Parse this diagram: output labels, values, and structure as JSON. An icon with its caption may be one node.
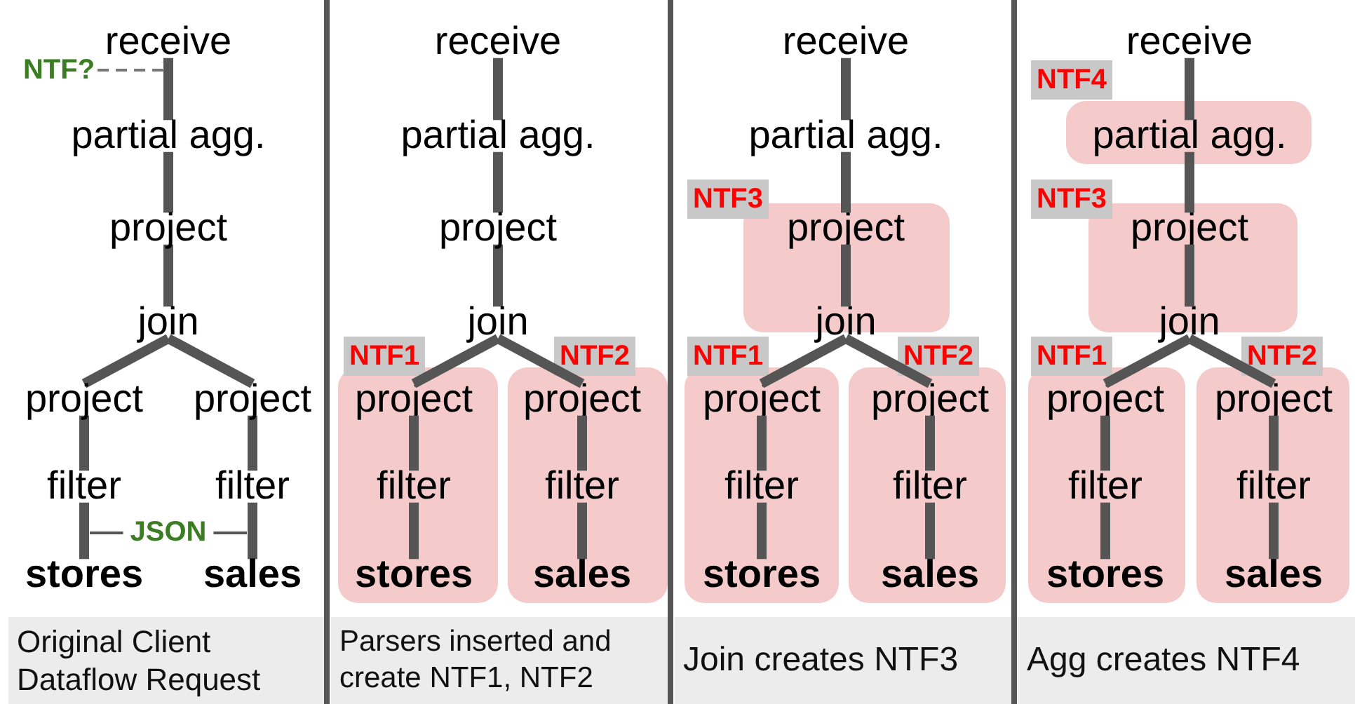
{
  "diagram": {
    "nodes": [
      {
        "text": [
          "receive"
        ]
      },
      {
        "text": [
          "NTF?"
        ]
      },
      {
        "text": [
          "partial agg."
        ]
      },
      {
        "text": [
          "project"
        ]
      },
      {
        "text": [
          "join"
        ]
      },
      {
        "text": [
          "project"
        ]
      },
      {
        "text": [
          "project"
        ]
      },
      {
        "text": [
          "filter"
        ]
      },
      {
        "text": [
          "filter"
        ]
      },
      {
        "text": [
          "stores"
        ]
      },
      {
        "text": [
          "sales"
        ]
      },
      {
        "text": [
          "receive"
        ]
      },
      {
        "text": [
          "partial agg."
        ]
      },
      {
        "text": [
          "project"
        ]
      },
      {
        "text": [
          "join"
        ]
      },
      {
        "text": [
          "NTF1"
        ]
      },
      {
        "text": [
          "project"
        ],
        "in": 15
      },
      {
        "text": [
          "filter"
        ],
        "in": 15
      },
      {
        "text": [
          "stores"
        ],
        "in": 15
      },
      {
        "text": [
          "NTF2"
        ]
      },
      {
        "text": [
          "project"
        ],
        "in": 19
      },
      {
        "text": [
          "filter"
        ],
        "in": 19
      },
      {
        "text": [
          "sales"
        ],
        "in": 19
      },
      {
        "text": [
          "receive"
        ]
      },
      {
        "text": [
          "partial agg."
        ]
      },
      {
        "text": [
          "NTF3"
        ]
      },
      {
        "text": [
          "project"
        ],
        "in": 25
      },
      {
        "text": [
          "join"
        ],
        "in": 25
      },
      {
        "text": [
          "NTF1"
        ]
      },
      {
        "text": [
          "project"
        ],
        "in": 28
      },
      {
        "text": [
          "filter"
        ],
        "in": 28
      },
      {
        "text": [
          "stores"
        ],
        "in": 28
      },
      {
        "text": [
          "NTF2"
        ]
      },
      {
        "text": [
          "project"
        ],
        "in": 32
      },
      {
        "text": [
          "filter"
        ],
        "in": 32
      },
      {
        "text": [
          "sales"
        ],
        "in": 32
      },
      {
        "text": [
          "receive"
        ]
      },
      {
        "text": [
          "NTF4"
        ]
      },
      {
        "text": [
          "partial agg."
        ],
        "in": 37
      },
      {
        "text": [
          "NTF3"
        ]
      },
      {
        "text": [
          "project"
        ],
        "in": 39
      },
      {
        "text": [
          "join"
        ],
        "in": 39
      },
      {
        "text": [
          "NTF1"
        ]
      },
      {
        "text": [
          "project"
        ],
        "in": 42
      },
      {
        "text": [
          "filter"
        ],
        "in": 42
      },
      {
        "text": [
          "stores"
        ],
        "in": 42
      },
      {
        "text": [
          "NTF2"
        ]
      },
      {
        "text": [
          "project"
        ],
        "in": 46
      },
      {
        "text": [
          "filter"
        ],
        "in": 46
      },
      {
        "text": [
          "sales"
        ],
        "in": 46
      }
    ],
    "edges": [
      {
        "from": 0,
        "to": 2,
        "arrow": "none"
      },
      {
        "from": 2,
        "to": 3,
        "arrow": "none"
      },
      {
        "from": 3,
        "to": 4,
        "arrow": "none"
      },
      {
        "from": 4,
        "to": 5,
        "arrow": "none"
      },
      {
        "from": 4,
        "to": 6,
        "arrow": "none"
      },
      {
        "from": 5,
        "to": 7,
        "arrow": "none"
      },
      {
        "from": 7,
        "to": 9,
        "arrow": "none"
      },
      {
        "from": 6,
        "to": 8,
        "arrow": "none"
      },
      {
        "from": 8,
        "to": 10,
        "arrow": "none"
      },
      {
        "from": 1,
        "to": 0,
        "arrow": "none",
        "style": "dashed"
      },
      {
        "from": 11,
        "to": 12,
        "arrow": "none"
      },
      {
        "from": 12,
        "to": 13,
        "arrow": "none"
      },
      {
        "from": 13,
        "to": 14,
        "arrow": "none"
      },
      {
        "from": 14,
        "to": 16,
        "arrow": "none"
      },
      {
        "from": 14,
        "to": 20,
        "arrow": "none"
      },
      {
        "from": 16,
        "to": 17,
        "arrow": "none"
      },
      {
        "from": 17,
        "to": 18,
        "arrow": "none"
      },
      {
        "from": 20,
        "to": 21,
        "arrow": "none"
      },
      {
        "from": 21,
        "to": 22,
        "arrow": "none"
      },
      {
        "from": 23,
        "to": 24,
        "arrow": "none"
      },
      {
        "from": 24,
        "to": 26,
        "arrow": "none"
      },
      {
        "from": 26,
        "to": 27,
        "arrow": "none"
      },
      {
        "from": 27,
        "to": 29,
        "arrow": "none"
      },
      {
        "from": 27,
        "to": 33,
        "arrow": "none"
      },
      {
        "from": 29,
        "to": 30,
        "arrow": "none"
      },
      {
        "from": 30,
        "to": 31,
        "arrow": "none"
      },
      {
        "from": 33,
        "to": 34,
        "arrow": "none"
      },
      {
        "from": 34,
        "to": 35,
        "arrow": "none"
      },
      {
        "from": 36,
        "to": 38,
        "arrow": "none"
      },
      {
        "from": 38,
        "to": 40,
        "arrow": "none"
      },
      {
        "from": 40,
        "to": 41,
        "arrow": "none"
      },
      {
        "from": 41,
        "to": 43,
        "arrow": "none"
      },
      {
        "from": 41,
        "to": 47,
        "arrow": "none"
      },
      {
        "from": 43,
        "to": 44,
        "arrow": "none"
      },
      {
        "from": 44,
        "to": 45,
        "arrow": "none"
      },
      {
        "from": 47,
        "to": 48,
        "arrow": "none"
      },
      {
        "from": 48,
        "to": 49,
        "arrow": "none"
      }
    ],
    "labels": [
      "JSON",
      "Original Client Dataflow Request",
      "Parsers inserted and create NTF1, NTF2",
      "Join creates NTF3",
      "Agg creates NTF4"
    ]
  }
}
